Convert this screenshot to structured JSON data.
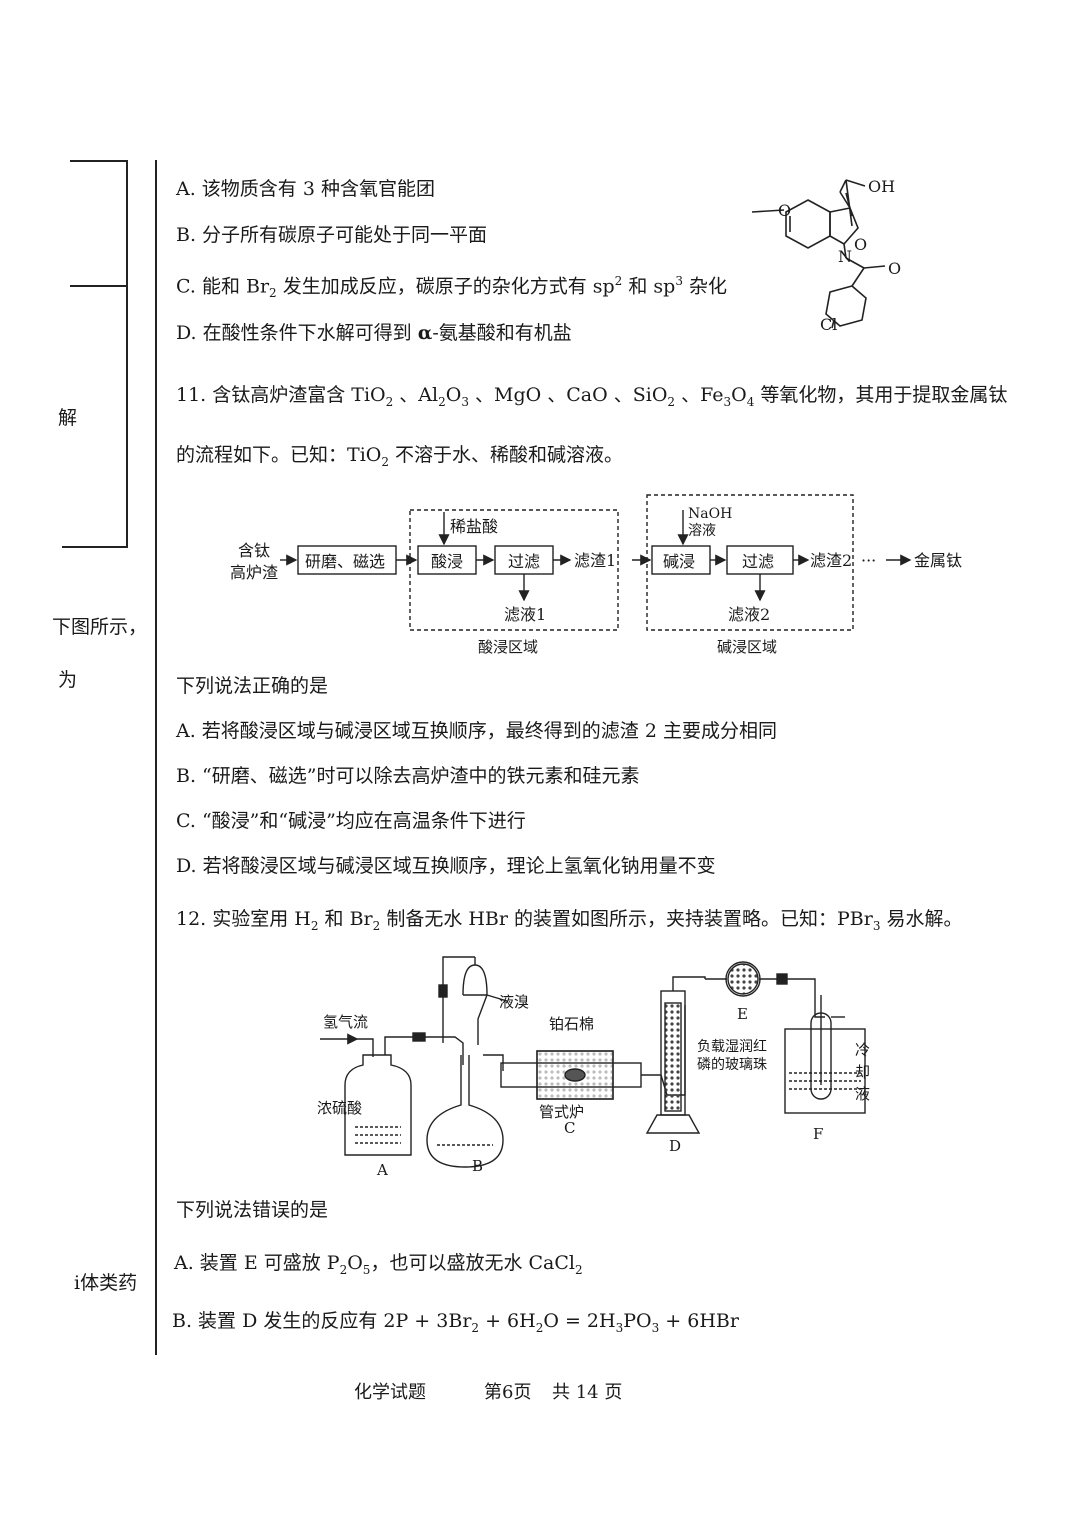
{
  "margin": {
    "jie": "解",
    "tu_suoshi": "下图所示，",
    "wei": "为",
    "ti_leiyao": "i体类药"
  },
  "q10": {
    "opt_a": "A. 该物质含有 3 种含氧官能团",
    "opt_b": "B. 分子所有碳原子可能处于同一平面",
    "opt_c": {
      "pre": "C. 能和 Br",
      "sub2": "2",
      "mid": " 发生加成反应，碳原子的杂化方式有 sp",
      "sup1": "2",
      "mid2": " 和 sp",
      "sup2": "3",
      "post": " 杂化"
    },
    "opt_d_pre": "D. 在酸性条件下水解可得到 ",
    "opt_d_alpha": "α",
    "opt_d_post": "-氨基酸和有机盐",
    "structure": {
      "oh": "OH",
      "o1": "O",
      "o2": "O",
      "n": "N",
      "cl": "Cl"
    }
  },
  "q11": {
    "line1_pre": "11. 含钛高炉渣富含 TiO",
    "line1_rest": "等氧化物，其用于提取金属钛",
    "oxides": [
      "TiO",
      "Al",
      "MgO",
      "CaO",
      "SiO",
      "Fe"
    ],
    "line2_pre": "的流程如下。已知：",
    "line2_post": "不溶于水、稀酸和碱溶液。",
    "flow": {
      "feed_1": "含钛",
      "feed_2": "高炉渣",
      "grind": "研磨、磁选",
      "dilute_hcl": "稀盐酸",
      "acid_leach": "酸浸",
      "filter": "过滤",
      "residue1": "滤渣1",
      "filtrate1": "滤液1",
      "naoh_1": "NaOH",
      "naoh_2": "溶液",
      "base_leach": "碱浸",
      "residue2": "滤渣2",
      "filtrate2": "滤液2",
      "ellipsis": "···",
      "product": "金属钛",
      "acid_zone": "酸浸区域",
      "base_zone": "碱浸区域"
    },
    "prompt": "下列说法正确的是",
    "opt_a": "A. 若将酸浸区域与碱浸区域互换顺序，最终得到的滤渣 2 主要成分相同",
    "opt_b": "B. “研磨、磁选”时可以除去高炉渣中的铁元素和硅元素",
    "opt_c": "C. “酸浸”和“碱浸”均应在高温条件下进行",
    "opt_d": "D. 若将酸浸区域与碱浸区域互换顺序，理论上氢氧化钠用量不变"
  },
  "q12": {
    "line_pre": "12. 实验室用 H",
    "line_and": " 和 Br",
    "line_mid": " 制备无水 HBr 的装置如图所示，夹持装置略。已知：PBr",
    "line_post": " 易水解。",
    "apparatus": {
      "h2_flow": "氢气流",
      "conc_h2so4": "浓硫酸",
      "liquid_br": "液溴",
      "pt_wool": "铂石棉",
      "tube_furnace": "管式炉",
      "red_p_1": "负载湿润红",
      "red_p_2": "磷的玻璃珠",
      "coolant_1": "冷",
      "coolant_2": "却",
      "coolant_3": "液",
      "label_a": "A",
      "label_b": "B",
      "label_c": "C",
      "label_d": "D",
      "label_e": "E",
      "label_f": "F"
    },
    "prompt": "下列说法错误的是",
    "opt_a_pre": "A. 装置 E 可盛放 P",
    "opt_a_mid": "，也可以盛放无水 CaCl",
    "opt_b_pre": "B. 装置 D 发生的反应有 2P + 3Br",
    "opt_b_mid1": " + 6H",
    "opt_b_mid2": "O = 2H",
    "opt_b_mid3": "PO",
    "opt_b_post": " + 6HBr"
  },
  "footer": {
    "subject": "化学试题",
    "page": "第6页",
    "total": "共 14 页"
  }
}
